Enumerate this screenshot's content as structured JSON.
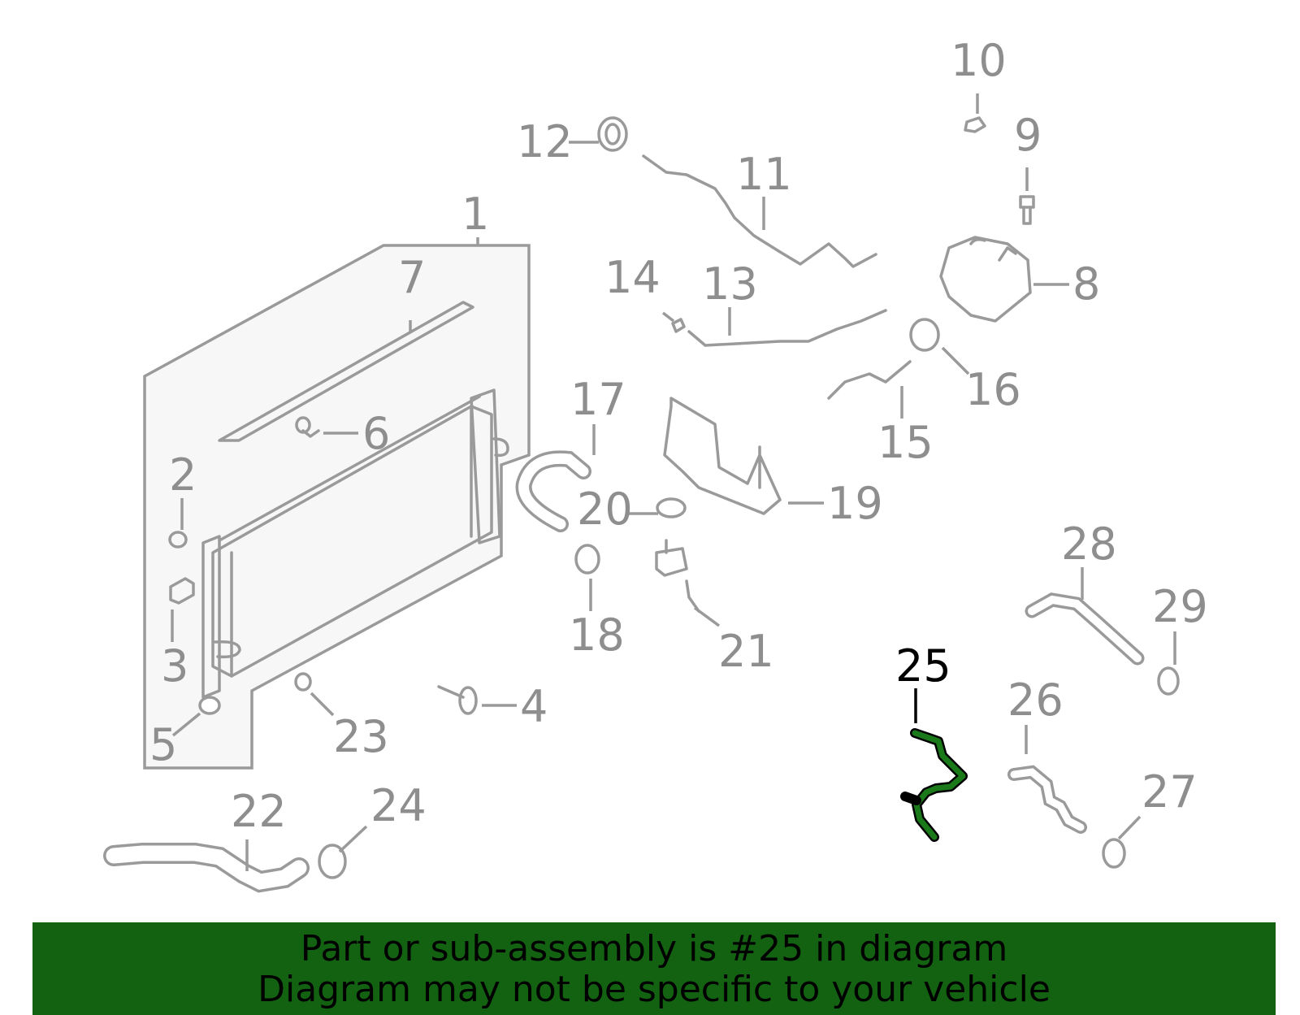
{
  "diagram": {
    "callouts": [
      "1",
      "2",
      "3",
      "4",
      "5",
      "6",
      "7",
      "8",
      "9",
      "10",
      "11",
      "12",
      "13",
      "14",
      "15",
      "16",
      "17",
      "18",
      "19",
      "20",
      "21",
      "22",
      "23",
      "24",
      "25",
      "26",
      "27",
      "28",
      "29"
    ],
    "highlighted_part": "25",
    "colors": {
      "highlight_fill": "#1a7a1a",
      "part_stroke": "#9a9a9a",
      "label": "#8e8e8e",
      "banner": "#136212"
    }
  },
  "banner": {
    "line1": "Part or sub-assembly is #25 in diagram",
    "line2": "Diagram may not be specific to your vehicle"
  }
}
